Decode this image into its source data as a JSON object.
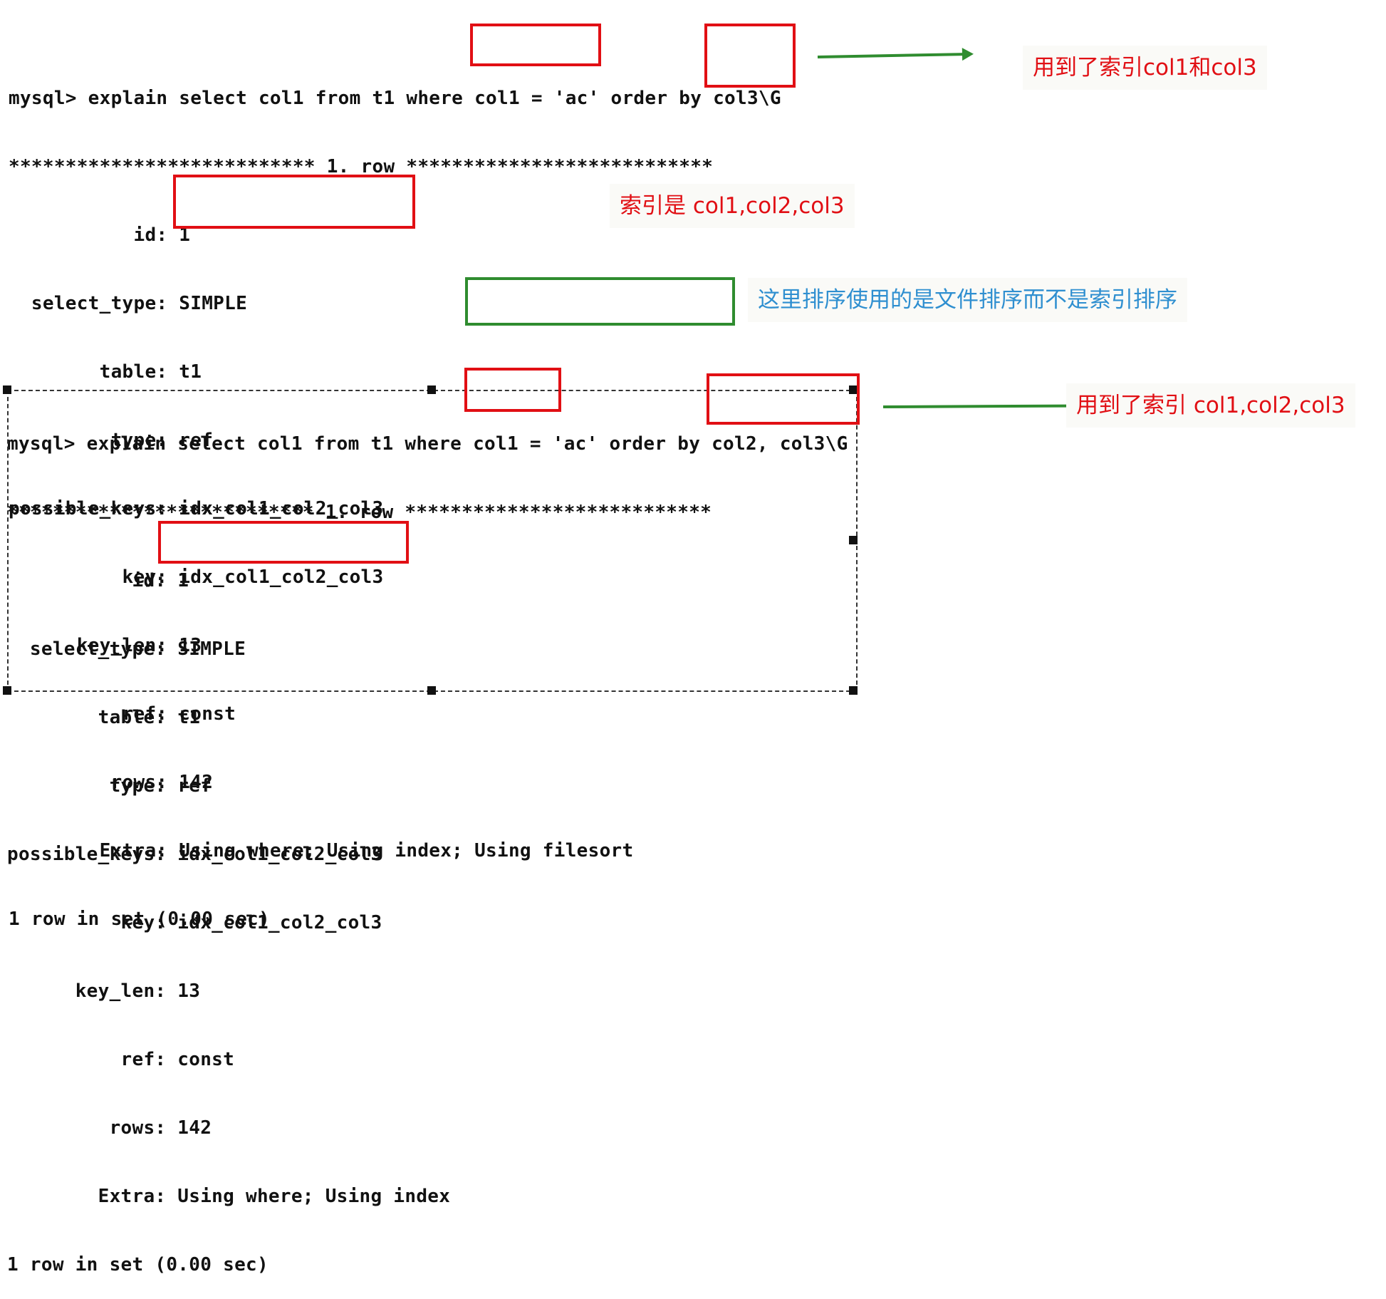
{
  "colors": {
    "red_box": "#e10f14",
    "green_box": "#2f8c2f",
    "note_red": "#e10f14",
    "note_blue": "#2f8fd0",
    "terminal_text": "#111111"
  },
  "query1": {
    "lines": [
      "mysql> explain select col1 from t1 where col1 = 'ac' order by col3\\G",
      "*************************** 1. row ***************************",
      "           id: 1",
      "  select_type: SIMPLE",
      "        table: t1",
      "         type: ref",
      "possible_keys: idx_col1_col2_col3",
      "          key: idx_col1_col2_col3",
      "      key_len: 13",
      "          ref: const",
      "         rows: 142",
      "        Extra: Using where; Using index; Using filesort",
      "1 row in set (0.00 sec)"
    ]
  },
  "query2": {
    "lines": [
      "mysql> explain select col1 from t1 where col1 = 'ac' order by col2, col3\\G",
      "*************************** 1. row ***************************",
      "           id: 1",
      "  select_type: SIMPLE",
      "        table: t1",
      "         type: ref",
      "possible_keys: idx_col1_col2_col3",
      "          key: idx_col1_col2_col3",
      "      key_len: 13",
      "          ref: const",
      "         rows: 142",
      "        Extra: Using where; Using index",
      "1 row in set (0.00 sec)"
    ]
  },
  "notes": {
    "n1": "用到了索引col1和col3",
    "n2": "索引是 col1,col2,col3",
    "n3": "这里排序使用的是文件排序而不是索引排序",
    "n4": "用到了索引 col1,col2,col3"
  }
}
